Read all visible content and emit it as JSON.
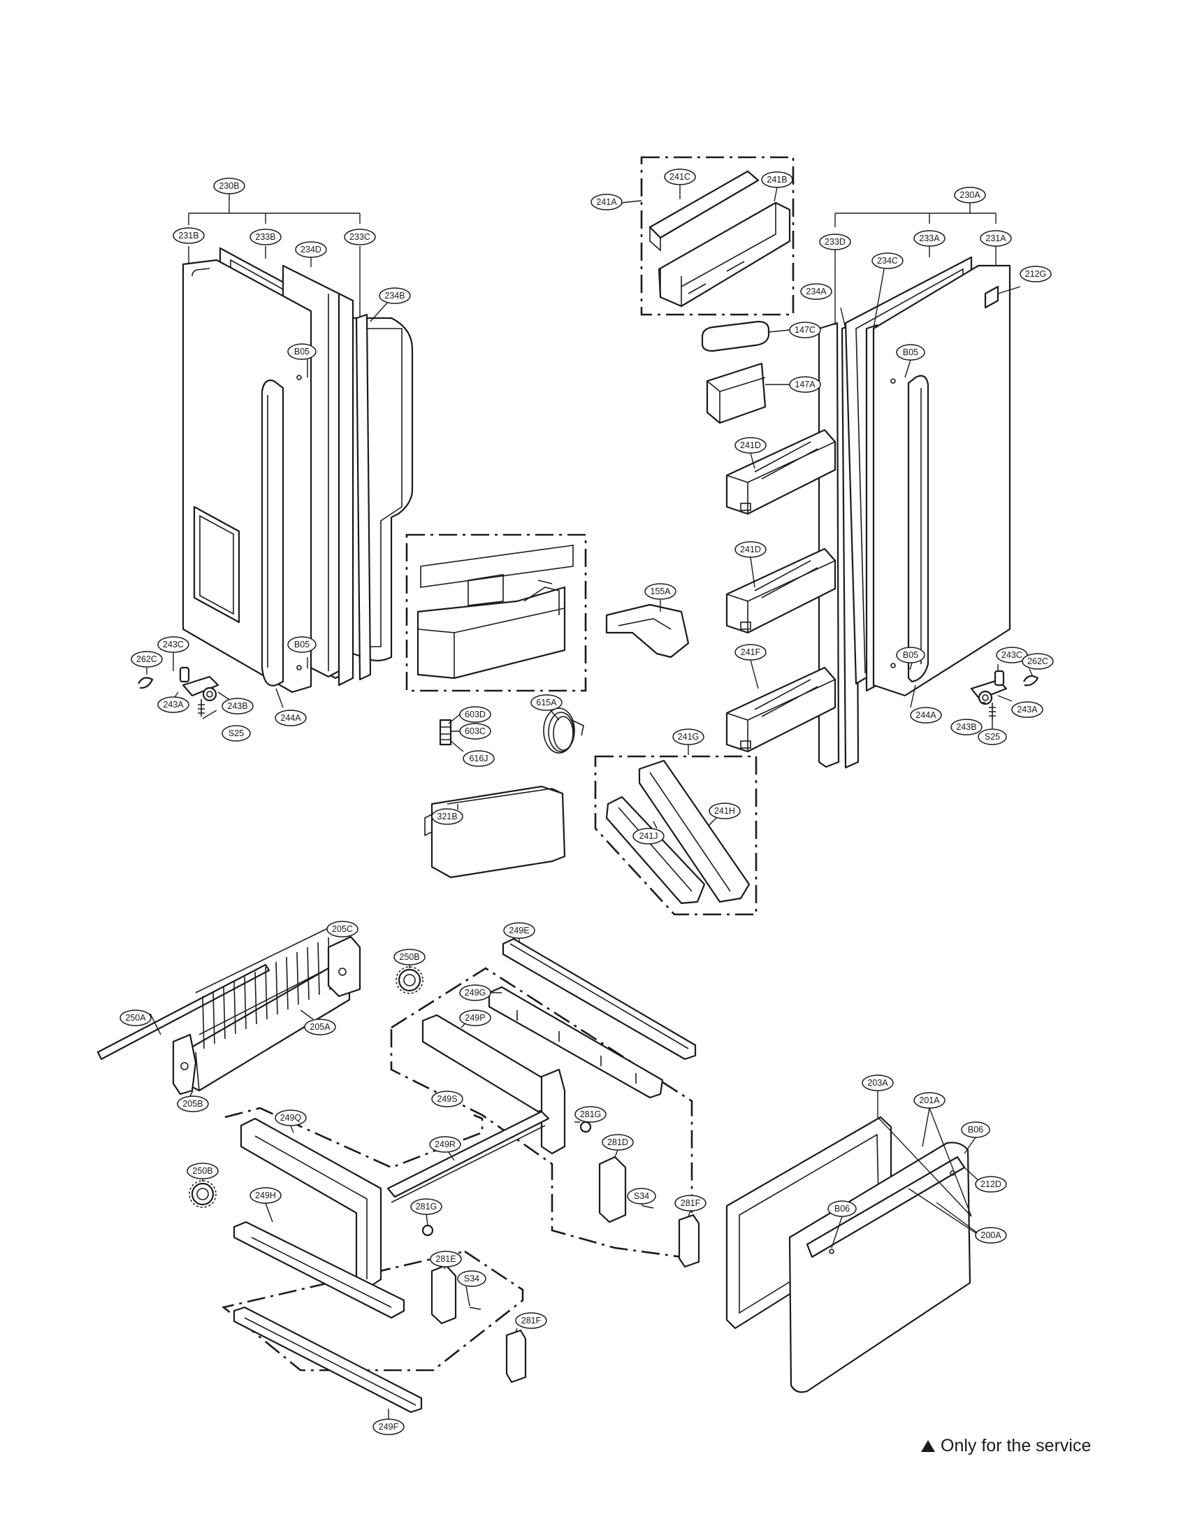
{
  "service_note": "Only for the service",
  "service_marker_icon": "triangle-icon",
  "labels": {
    "l_230B": "230B",
    "l_231B": "231B",
    "l_233B": "233B",
    "l_234D": "234D",
    "l_233C": "233C",
    "l_234B": "234B",
    "l_B05_l1": "B05",
    "l_B05_l2": "B05",
    "l_262C_l": "262C",
    "l_243C_l": "243C",
    "l_243A_l": "243A",
    "l_243B_l": "243B",
    "l_S25_l": "S25",
    "l_244A_l": "244A",
    "l_241A": "241A",
    "l_241C": "241C",
    "l_241B": "241B",
    "l_147C": "147C",
    "l_147A": "147A",
    "l_155A": "155A",
    "l_603D": "603D",
    "l_603C": "603C",
    "l_615A": "615A",
    "l_616J": "616J",
    "l_321B": "321B",
    "l_241D_1": "241D",
    "l_241D_2": "241D",
    "l_241F": "241F",
    "l_241G": "241G",
    "l_241H": "241H",
    "l_241J": "241J",
    "l_230A": "230A",
    "l_233D": "233D",
    "l_233A": "233A",
    "l_231A": "231A",
    "l_234C": "234C",
    "l_212G": "212G",
    "l_234A": "234A",
    "l_B05_r1": "B05",
    "l_B05_r2": "B05",
    "l_243C_r": "243C",
    "l_262C_r": "262C",
    "l_243A_r": "243A",
    "l_243B_r": "243B",
    "l_S25_r": "S25",
    "l_244A_r": "244A",
    "l_205C": "205C",
    "l_250B_1": "250B",
    "l_250A": "250A",
    "l_205A": "205A",
    "l_205B": "205B",
    "l_250B_2": "250B",
    "l_249E": "249E",
    "l_249G": "249G",
    "l_249P": "249P",
    "l_249S": "249S",
    "l_249Q": "249Q",
    "l_249R": "249R",
    "l_281G_1": "281G",
    "l_281D": "281D",
    "l_S34_1": "S34",
    "l_281F_1": "281F",
    "l_249H": "249H",
    "l_281G_2": "281G",
    "l_281E": "281E",
    "l_S34_2": "S34",
    "l_281F_2": "281F",
    "l_249F": "249F",
    "l_203A": "203A",
    "l_201A": "201A",
    "l_B06_1": "B06",
    "l_212D": "212D",
    "l_B06_2": "B06",
    "l_200A": "200A"
  }
}
